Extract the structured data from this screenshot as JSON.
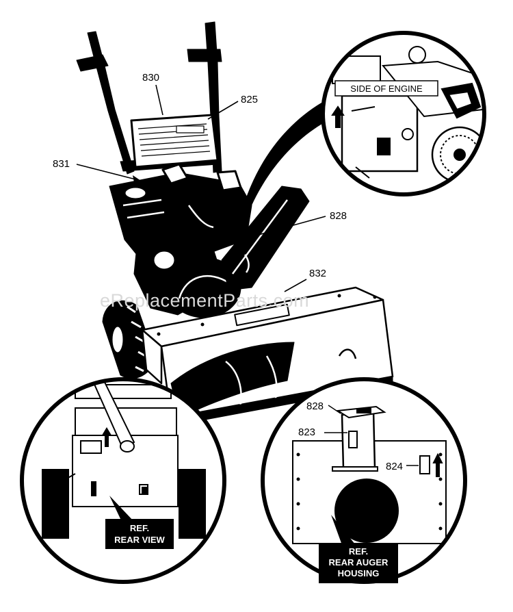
{
  "watermark": "eReplacementParts.com",
  "callouts": {
    "c830": "830",
    "c825": "825",
    "c831": "831",
    "c828": "828",
    "c832": "832",
    "c828b": "828",
    "c823": "823",
    "c824": "824"
  },
  "engine_detail": {
    "label": "SIDE OF ENGINE"
  },
  "rear_view_detail": {
    "line1": "REF.",
    "line2": "REAR VIEW"
  },
  "auger_detail": {
    "line1": "REF.",
    "line2": "REAR AUGER",
    "line3": "HOUSING"
  },
  "colors": {
    "ink": "#000000",
    "paper": "#ffffff",
    "watermark": "#d9d9d9"
  }
}
